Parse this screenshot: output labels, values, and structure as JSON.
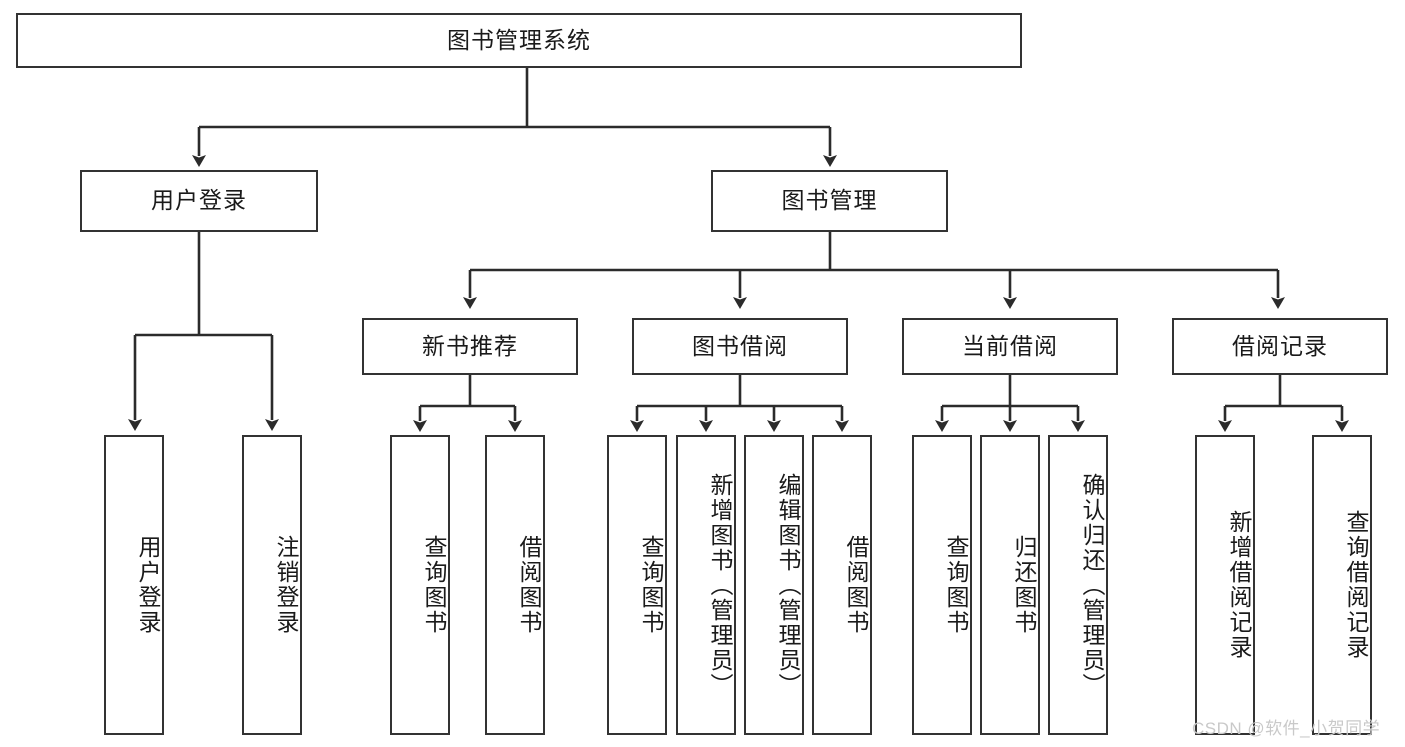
{
  "diagram": {
    "type": "tree-hierarchy",
    "title": "图书管理系统",
    "orientation": "top-down",
    "colors": {
      "box_border": "#333333",
      "box_fill": "#ffffff",
      "connector": "#2b2b2b",
      "text": "#1a1a1a",
      "watermark": "#c9c9c9",
      "background": "#ffffff"
    },
    "root": {
      "label": "图书管理系统"
    },
    "level2": [
      {
        "label": "用户登录"
      },
      {
        "label": "图书管理"
      }
    ],
    "level3": [
      {
        "label": "新书推荐"
      },
      {
        "label": "图书借阅"
      },
      {
        "label": "当前借阅"
      },
      {
        "label": "借阅记录"
      }
    ],
    "leaves": {
      "user_login": [
        {
          "label": "用户登录"
        },
        {
          "label": "注销登录"
        }
      ],
      "new_book_recommend": [
        {
          "label": "查询图书"
        },
        {
          "label": "借阅图书"
        }
      ],
      "book_borrow": [
        {
          "label": "查询图书"
        },
        {
          "label": "新增图书（管理员）"
        },
        {
          "label": "编辑图书（管理员）"
        },
        {
          "label": "借阅图书"
        }
      ],
      "current_borrow": [
        {
          "label": "查询图书"
        },
        {
          "label": "归还图书"
        },
        {
          "label": "确认归还（管理员）"
        }
      ],
      "borrow_record": [
        {
          "label": "新增借阅记录"
        },
        {
          "label": "查询借阅记录"
        }
      ]
    }
  },
  "watermark": {
    "text": "CSDN @软件_小贺同学"
  }
}
